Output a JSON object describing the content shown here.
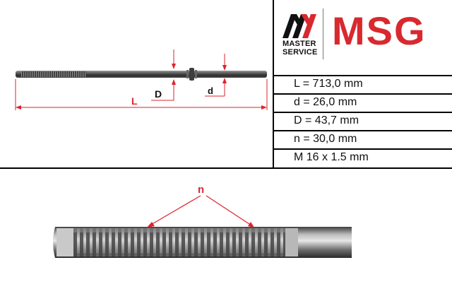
{
  "brand": {
    "line1": "MASTER",
    "line2": "SERVICE",
    "wordmark": "MSG",
    "accent_color": "#d8292f"
  },
  "specs": [
    {
      "text": "L = 713,0 mm"
    },
    {
      "text": "d = 26,0 mm"
    },
    {
      "text": "D = 43,7 mm"
    },
    {
      "text": "n = 30,0 mm"
    },
    {
      "text": "M 16 x 1.5 mm"
    }
  ],
  "diagram": {
    "label_L": "L",
    "label_D": "D",
    "label_d": "d",
    "label_n": "n",
    "dimension_color": "#e0212b"
  }
}
